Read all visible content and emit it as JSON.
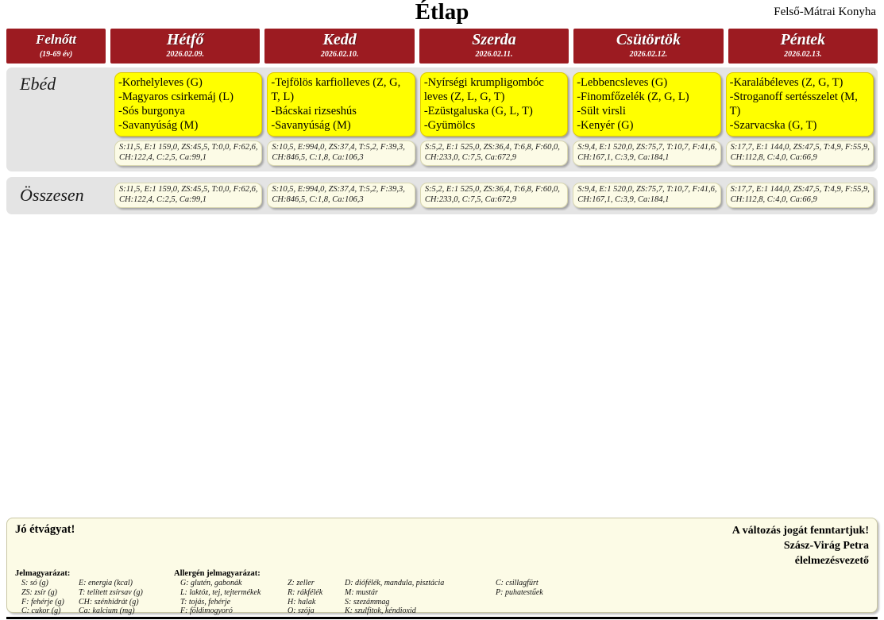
{
  "header": {
    "title": "Étlap",
    "kitchen": "Felső-Mátrai Konyha"
  },
  "columns": [
    {
      "name": "Felnőtt",
      "date": "(19-69 év)"
    },
    {
      "name": "Hétfő",
      "date": "2026.02.09."
    },
    {
      "name": "Kedd",
      "date": "2026.02.10."
    },
    {
      "name": "Szerda",
      "date": "2026.02.11."
    },
    {
      "name": "Csütörtök",
      "date": "2026.02.12."
    },
    {
      "name": "Péntek",
      "date": "2026.02.13."
    }
  ],
  "meal": {
    "label": "Ebéd",
    "days": [
      {
        "items": "-Korhelyleves (G)\n-Magyaros csirkemáj  (L)\n-Sós burgonya\n-Savanyúság (M)",
        "nutrition": "S:11,5, E:1 159,0, ZS:45,5, T:0,0, F:62,6, CH:122,4, C:2,5, Ca:99,1"
      },
      {
        "items": "-Tejfölös karfiolleves (Z, G, T, L)\n-Bácskai rizseshús\n-Savanyúság (M)",
        "nutrition": "S:10,5, E:994,0, ZS:37,4, T:5,2, F:39,3, CH:846,5, C:1,8, Ca:106,3"
      },
      {
        "items": "-Nyírségi krumpligombóc leves (Z, L, G, T)\n-Ezüstgaluska (G, L, T)\n-Gyümölcs",
        "nutrition": "S:5,2, E:1 525,0, ZS:36,4, T:6,8, F:60,0, CH:233,0, C:7,5, Ca:672,9"
      },
      {
        "items": "-Lebbencsleves (G)\n-Finomfőzelék  (Z, G, L)\n-Sült virsli\n-Kenyér (G)",
        "nutrition": "S:9,4, E:1 520,0, ZS:75,7, T:10,7, F:41,6, CH:167,1, C:3,9, Ca:184,1"
      },
      {
        "items": "-Karalábéleves  (Z, G, T)\n-Stroganoff sertésszelet (M, T)\n-Szarvacska (G, T)",
        "nutrition": "S:17,7, E:1 144,0, ZS:47,5, T:4,9, F:55,9, CH:112,8, C:4,0, Ca:66,9"
      }
    ]
  },
  "totals": {
    "label": "Összesen",
    "values": [
      "S:11,5, E:1 159,0, ZS:45,5, T:0,0, F:62,6, CH:122,4, C:2,5, Ca:99,1",
      "S:10,5, E:994,0, ZS:37,4, T:5,2, F:39,3, CH:846,5, C:1,8, Ca:106,3",
      "S:5,2, E:1 525,0, ZS:36,4, T:6,8, F:60,0, CH:233,0, C:7,5, Ca:672,9",
      "S:9,4, E:1 520,0, ZS:75,7, T:10,7, F:41,6, CH:167,1, C:3,9, Ca:184,1",
      "S:17,7, E:1 144,0, ZS:47,5, T:4,9, F:55,9, CH:112,8, C:4,0, Ca:66,9"
    ]
  },
  "footer": {
    "bon_appetit": "Jó étvágyat!",
    "disclaimer": "A változás jogát fenntartjuk!",
    "person": "Szász-Virág Petra",
    "role": "élelmezésvezető",
    "legend_title": "Jelmagyarázat:",
    "allergen_title": "Allergén jelmagyarázat:",
    "legend_col1": [
      "S: só (g)",
      "ZS: zsír (g)",
      "F: fehérje (g)",
      "C: cukor (g)"
    ],
    "legend_col2": [
      "E: energia (kcal)",
      "T: telített zsírsav (g)",
      "CH: szénhidrát (g)",
      "Ca: kalcium (mg)"
    ],
    "allergen_col1": [
      "G: glutén, gabonák",
      "L: laktóz, tej, tejtermékek",
      "T: tojás, fehérje",
      "F: földimogyoró"
    ],
    "allergen_col2": [
      "Z: zeller",
      "R: rákfélék",
      "H: halak",
      "O: szója"
    ],
    "allergen_col3": [
      "D: diófélék, mandula, pisztácia",
      "M: mustár",
      "S: szezámmag",
      "K: szulfitok, kéndioxid"
    ],
    "allergen_col4": [
      "C: csillagfürt",
      "P: puhatestűek"
    ]
  },
  "colors": {
    "header_red": "#9C1B21",
    "food_yellow": "#FFFF00",
    "nutrition_cream": "#FCFBE6",
    "row_gray": "#E4E4E4"
  }
}
